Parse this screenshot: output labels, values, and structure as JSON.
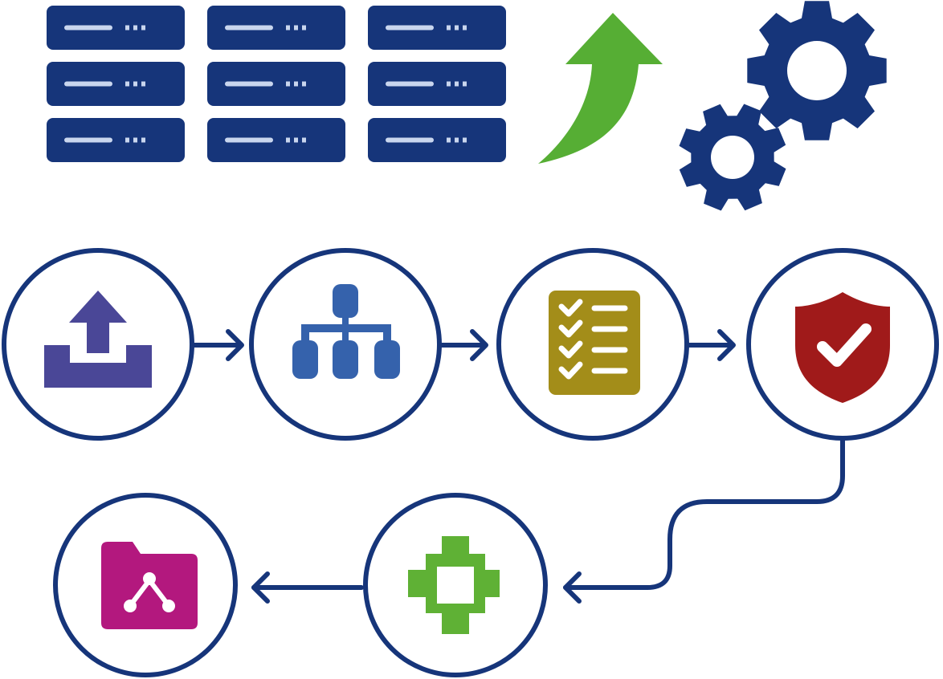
{
  "colors": {
    "navy": "#16357a",
    "server_slot": "#c9d6ee",
    "growth_arrow": "#56ae34",
    "upload_icon": "#4a4797",
    "hierarchy_icon": "#3562ac",
    "checklist_icon": "#a38d19",
    "checklist_line": "#ffffff",
    "shield_icon": "#a01a1a",
    "integration_icon": "#5fb135",
    "shared_folder_icon": "#b3187e",
    "background": "#ffffff"
  },
  "server_grid": {
    "rows": 3,
    "columns": 3,
    "icon": "server-rack-icon"
  },
  "decorations": [
    {
      "name": "growth-arrow-icon",
      "color_key": "growth_arrow"
    },
    {
      "name": "gears-icon",
      "color_key": "navy"
    }
  ],
  "workflow_steps": [
    {
      "id": "upload",
      "icon": "upload-tray-icon",
      "color_key": "upload_icon"
    },
    {
      "id": "hierarchy",
      "icon": "hierarchy-icon",
      "color_key": "hierarchy_icon"
    },
    {
      "id": "checklist",
      "icon": "checklist-icon",
      "color_key": "checklist_icon"
    },
    {
      "id": "security",
      "icon": "shield-check-icon",
      "color_key": "shield_icon"
    },
    {
      "id": "integration",
      "icon": "integration-hub-icon",
      "color_key": "integration_icon"
    },
    {
      "id": "shared-folder",
      "icon": "shared-folder-icon",
      "color_key": "shared_folder_icon"
    }
  ],
  "connectors": [
    {
      "from": "upload",
      "to": "hierarchy",
      "style": "arrow"
    },
    {
      "from": "hierarchy",
      "to": "checklist",
      "style": "arrow"
    },
    {
      "from": "checklist",
      "to": "security",
      "style": "arrow"
    },
    {
      "from": "security",
      "to": "integration",
      "style": "curved-arrow"
    },
    {
      "from": "integration",
      "to": "shared-folder",
      "style": "arrow"
    }
  ]
}
